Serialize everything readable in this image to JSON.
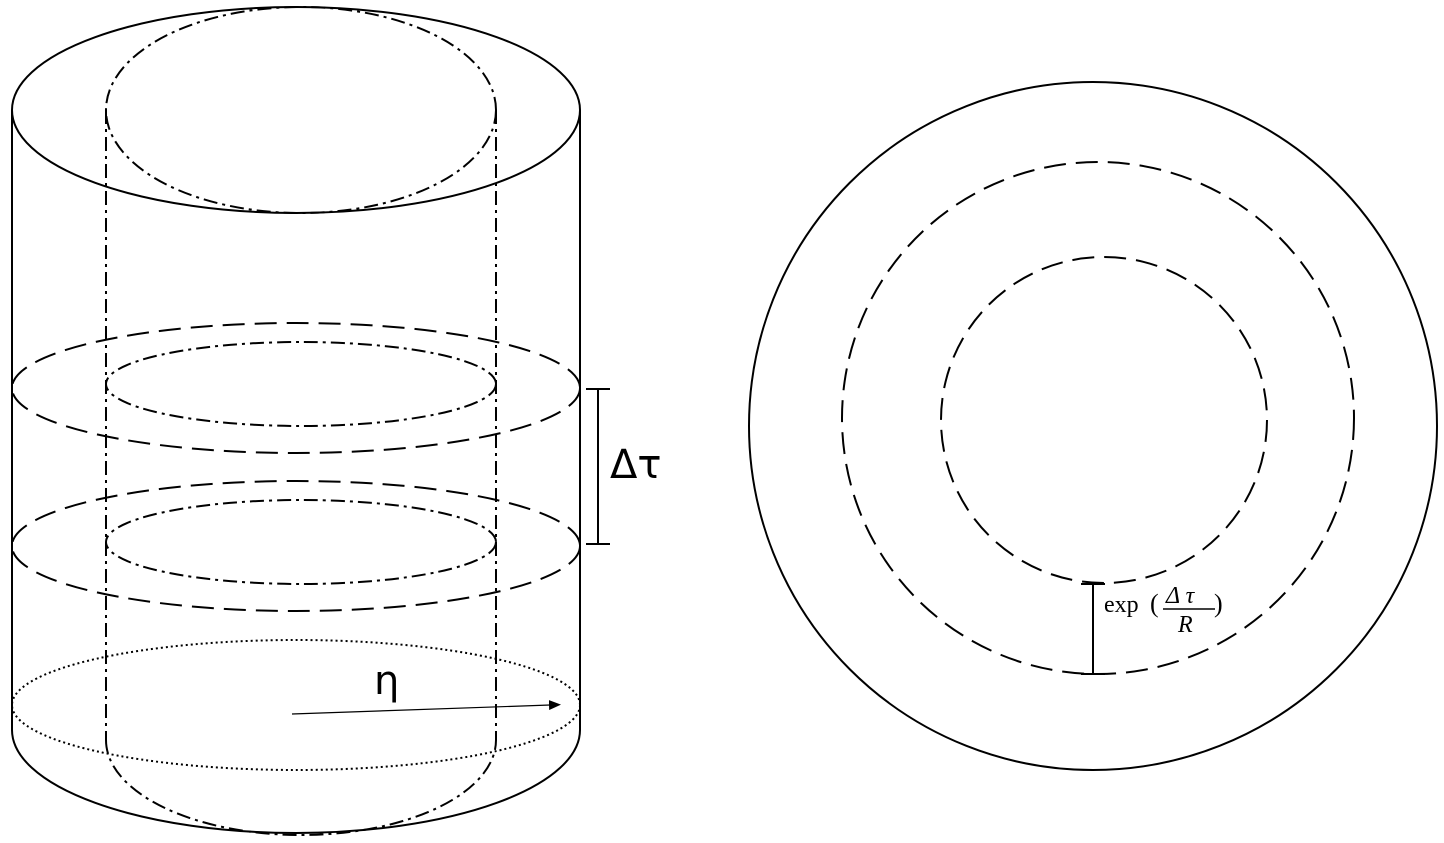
{
  "labels": {
    "delta_tau": "Δτ",
    "eta": "η",
    "exp_func": "exp",
    "open_paren": "(",
    "close_paren": ")",
    "frac_numerator": "Δ τ",
    "frac_denominator": "R"
  },
  "colors": {
    "stroke": "#000000",
    "background": "#ffffff"
  }
}
